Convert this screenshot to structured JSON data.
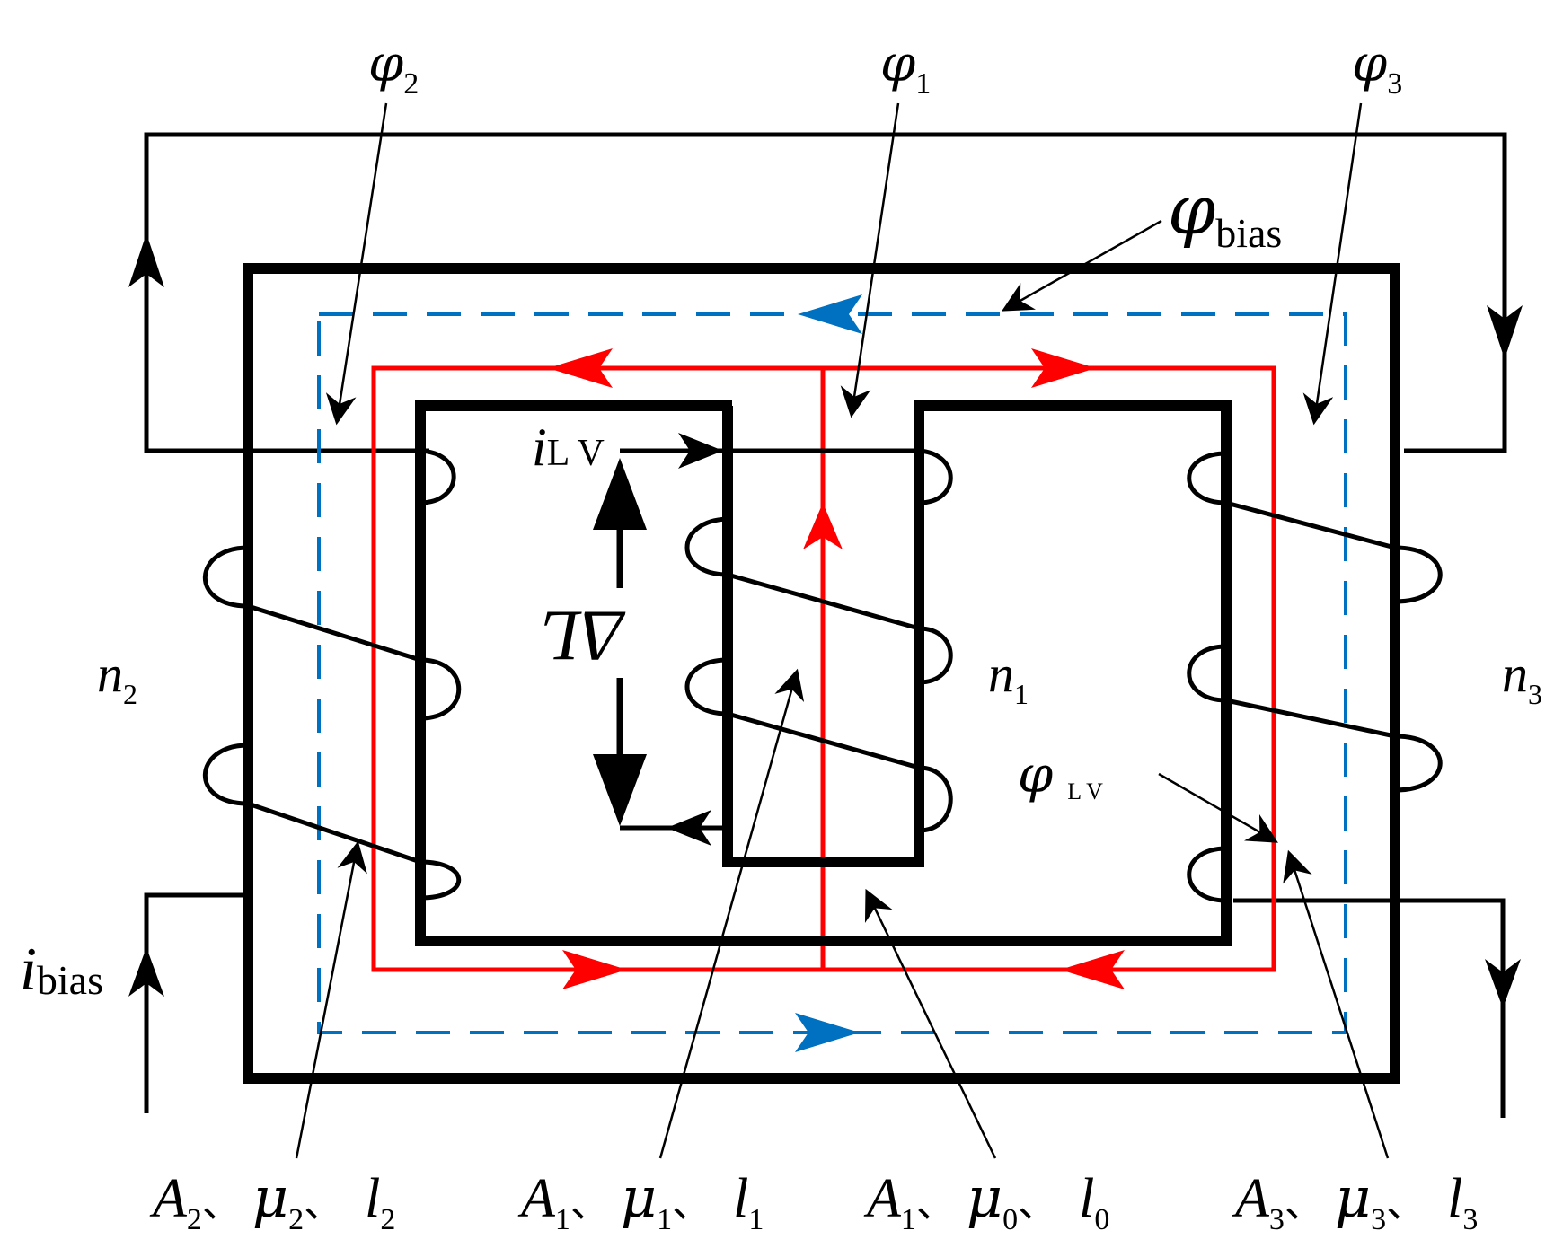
{
  "colors": {
    "core": "#000000",
    "red_flux": "#ff0000",
    "blue_flux": "#0070c0"
  },
  "labels": {
    "phi": "φ",
    "phi1_sub": "1",
    "phi2_sub": "2",
    "phi3_sub": "3",
    "phibias_sub": "bias",
    "phiLV_sub": "L V",
    "i": "i",
    "iLV_sub": "L V",
    "ibias_sub": "bias",
    "n": "n",
    "n1_sub": "1",
    "n2_sub": "2",
    "n3_sub": "3",
    "delta_L": "ΔL"
  },
  "bottom_params": [
    {
      "A": "A",
      "A_sub": "2",
      "mu": "μ",
      "mu_sub": "2",
      "l": "l",
      "l_sub": "2",
      "sep": "、"
    },
    {
      "A": "A",
      "A_sub": "1",
      "mu": "μ",
      "mu_sub": "1",
      "l": "l",
      "l_sub": "1",
      "sep": "、"
    },
    {
      "A": "A",
      "A_sub": "1",
      "mu": "μ",
      "mu_sub": "0",
      "l": "l",
      "l_sub": "0",
      "sep": "、"
    },
    {
      "A": "A",
      "A_sub": "3",
      "mu": "μ",
      "mu_sub": "3",
      "l": "l",
      "l_sub": "3",
      "sep": "、"
    }
  ]
}
